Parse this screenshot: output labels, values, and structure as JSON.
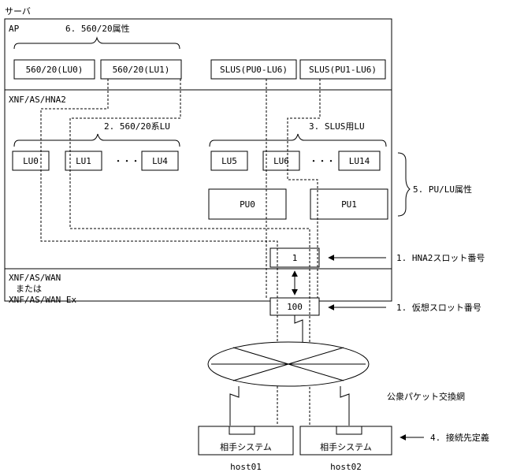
{
  "server_label": "サーバ",
  "ap": {
    "title": "AP",
    "attr_label": "6. 560/20属性",
    "lu_boxes": [
      "560/20(LU0)",
      "560/20(LU1)"
    ],
    "slus_boxes": [
      "SLUS(PU0-LU6)",
      "SLUS(PU1-LU6)"
    ]
  },
  "hna2": {
    "title": "XNF/AS/HNA2",
    "group1_label": "2. 560/20系LU",
    "group2_label": "3. SLUS用LU",
    "lus": [
      "LU0",
      "LU1",
      "LU4",
      "LU5",
      "LU6",
      "LU14"
    ],
    "ellipsis": "・・・",
    "pus": [
      "PU0",
      "PU1"
    ],
    "slot_value": "1"
  },
  "wan": {
    "title_line1": "XNF/AS/WAN",
    "title_line2": "または",
    "title_line3": "XNF/AS/WAN Ex",
    "slot_value": "100"
  },
  "annotations": {
    "pu_lu_attr": "5. PU/LU属性",
    "hna2_slot": "1. HNA2スロット番号",
    "virtual_slot": "1. 仮想スロット番号",
    "network": "公衆パケット交換網",
    "connection": "4. 接続先定義"
  },
  "partners": [
    {
      "label": "相手システム",
      "host": "host01"
    },
    {
      "label": "相手システム",
      "host": "host02"
    }
  ]
}
